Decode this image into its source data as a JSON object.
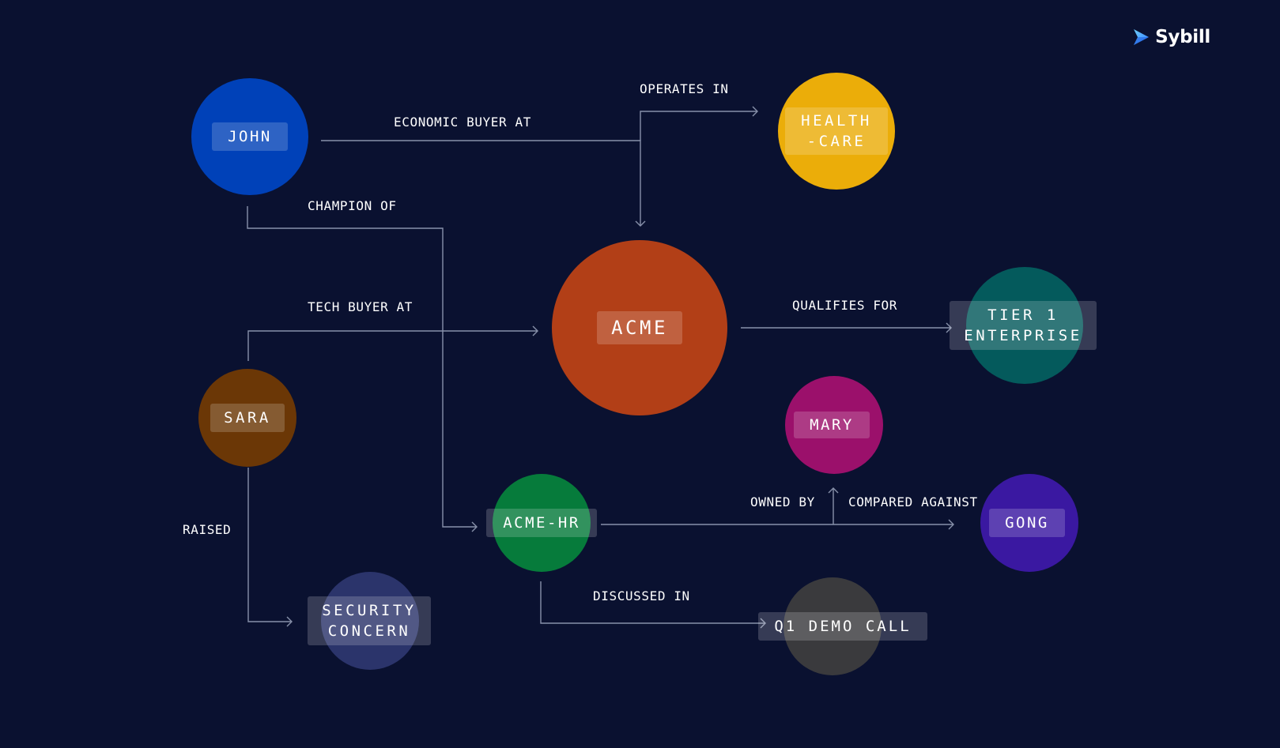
{
  "brand": {
    "name": "Sybill",
    "icon": "sybill-logo-icon"
  },
  "colors": {
    "background": "#0a1130",
    "edge": "#8891aa",
    "text": "#ffffff"
  },
  "nodes": [
    {
      "id": "john",
      "lines": [
        "JOHN"
      ],
      "color": "#0041b8"
    },
    {
      "id": "healthcare",
      "lines": [
        "HEALTH",
        "-CARE"
      ],
      "color": "#ebad09"
    },
    {
      "id": "acme",
      "lines": [
        "ACME"
      ],
      "color": "#b23f17"
    },
    {
      "id": "tier1",
      "lines": [
        "TIER 1",
        "ENTERPRISE"
      ],
      "color": "#045a5c"
    },
    {
      "id": "sara",
      "lines": [
        "SARA"
      ],
      "color": "#6b3706"
    },
    {
      "id": "mary",
      "lines": [
        "MARY"
      ],
      "color": "#9b106b"
    },
    {
      "id": "acmehr",
      "lines": [
        "ACME-HR"
      ],
      "color": "#067b3b"
    },
    {
      "id": "gong",
      "lines": [
        "GONG"
      ],
      "color": "#3a18a1"
    },
    {
      "id": "security",
      "lines": [
        "SECURITY",
        "CONCERN"
      ],
      "color": "#2b346b"
    },
    {
      "id": "q1demo",
      "lines": [
        "Q1 DEMO CALL"
      ],
      "color": "#3a3a3d"
    }
  ],
  "edges": [
    {
      "id": "economic-buyer-at",
      "label": "ECONOMIC BUYER AT",
      "from": "john",
      "to": "acme"
    },
    {
      "id": "operates-in",
      "label": "OPERATES IN",
      "from": "acme",
      "to": "healthcare"
    },
    {
      "id": "champion-of",
      "label": "CHAMPION OF",
      "from": "john",
      "to": "acmehr"
    },
    {
      "id": "tech-buyer-at",
      "label": "TECH BUYER AT",
      "from": "sara",
      "to": "acme"
    },
    {
      "id": "qualifies-for",
      "label": "QUALIFIES FOR",
      "from": "acme",
      "to": "tier1"
    },
    {
      "id": "raised",
      "label": "RAISED",
      "from": "sara",
      "to": "security"
    },
    {
      "id": "owned-by",
      "label": "OWNED BY",
      "from": "acmehr",
      "to": "mary"
    },
    {
      "id": "compared-against",
      "label": "COMPARED AGAINST",
      "from": "acmehr",
      "to": "gong"
    },
    {
      "id": "discussed-in",
      "label": "DISCUSSED IN",
      "from": "acmehr",
      "to": "q1demo"
    }
  ]
}
